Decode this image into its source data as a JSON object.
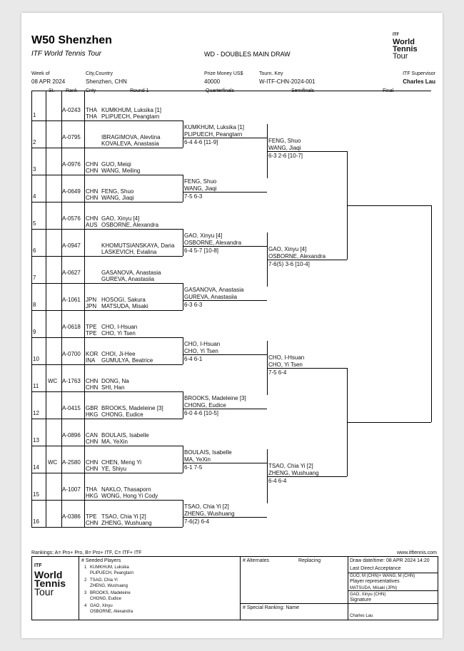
{
  "header": {
    "title": "W50 Shenzhen",
    "tour": "ITF World Tennis Tour",
    "draw_title": "WD - DOUBLES MAIN DRAW",
    "week_label": "Week of",
    "week_value": "08 APR 2024",
    "city_label": "City,Country",
    "city_value": "Shenzhen, CHN",
    "prize_label": "Prize Money US$",
    "prize_value": "40000",
    "tourn_label": "Tourn. Key",
    "tourn_value": "W-ITF-CHN-2024-001",
    "supervisor_label": "ITF Supervisor",
    "supervisor_value": "Charles Lau"
  },
  "logo": {
    "itf": "ITF",
    "l1": "World",
    "l2": "Tennis",
    "l3": "Tour"
  },
  "columns": {
    "st": "St.",
    "rank": "Rank",
    "cnty": "Cnty",
    "r1": "Round 1",
    "qf": "Quarterfinals",
    "sf": "Semifinals",
    "f": "Final"
  },
  "draw": [
    {
      "line": "1",
      "st": "",
      "rank": "A-0243",
      "c1": "THA",
      "c2": "THA",
      "p1": "KUMKHUM, Luksika [1]",
      "p2": "PLIPUECH, Peangtarn"
    },
    {
      "line": "2",
      "st": "",
      "rank": "A-0795",
      "c1": "",
      "c2": "",
      "p1": "IBRAGIMOVA, Alevtina",
      "p2": "KOVALEVA, Anastasia"
    },
    {
      "line": "3",
      "st": "",
      "rank": "A-0976",
      "c1": "CHN",
      "c2": "CHN",
      "p1": "GUO, Meiqi",
      "p2": "WANG, Meiling"
    },
    {
      "line": "4",
      "st": "",
      "rank": "A-0649",
      "c1": "CHN",
      "c2": "CHN",
      "p1": "FENG, Shuo",
      "p2": "WANG, Jiaqi"
    },
    {
      "line": "5",
      "st": "",
      "rank": "A-0576",
      "c1": "CHN",
      "c2": "AUS",
      "p1": "GAO, Xinyu [4]",
      "p2": "OSBORNE, Alexandra"
    },
    {
      "line": "6",
      "st": "",
      "rank": "A-0947",
      "c1": "",
      "c2": "",
      "p1": "KHOMUTSIANSKAYA, Daria",
      "p2": "LASKEVICH, Evialina"
    },
    {
      "line": "7",
      "st": "",
      "rank": "A-0627",
      "c1": "",
      "c2": "",
      "p1": "GASANOVA, Anastasia",
      "p2": "GUREVA, Anastasiia"
    },
    {
      "line": "8",
      "st": "",
      "rank": "A-1061",
      "c1": "JPN",
      "c2": "JPN",
      "p1": "HOSOGI, Sakura",
      "p2": "MATSUDA, Misaki"
    },
    {
      "line": "9",
      "st": "",
      "rank": "A-0618",
      "c1": "TPE",
      "c2": "TPE",
      "p1": "CHO, I-Hsuan",
      "p2": "CHO, Yi Tsen"
    },
    {
      "line": "10",
      "st": "",
      "rank": "A-0700",
      "c1": "KOR",
      "c2": "INA",
      "p1": "CHOI, Ji-Hee",
      "p2": "GUMULYA, Beatrice"
    },
    {
      "line": "11",
      "st": "WC",
      "rank": "A-1763",
      "c1": "CHN",
      "c2": "CHN",
      "p1": "DONG, Na",
      "p2": "SHI, Han"
    },
    {
      "line": "12",
      "st": "",
      "rank": "A-0415",
      "c1": "GBR",
      "c2": "HKG",
      "p1": "BROOKS, Madeleine [3]",
      "p2": "CHONG, Eudice"
    },
    {
      "line": "13",
      "st": "",
      "rank": "A-0896",
      "c1": "CAN",
      "c2": "CHN",
      "p1": "BOULAIS, Isabelle",
      "p2": "MA, YeXin"
    },
    {
      "line": "14",
      "st": "WC",
      "rank": "A-2580",
      "c1": "CHN",
      "c2": "CHN",
      "p1": "CHEN, Meng Yi",
      "p2": "YE, Shiyu"
    },
    {
      "line": "15",
      "st": "",
      "rank": "A-1007",
      "c1": "THA",
      "c2": "HKG",
      "p1": "NAKLO, Thasaporn",
      "p2": "WONG, Hong Yi Cody"
    },
    {
      "line": "16",
      "st": "",
      "rank": "A-0386",
      "c1": "TPE",
      "c2": "CHN",
      "p1": "TSAO, Chia Yi [2]",
      "p2": "ZHENG, Wushuang"
    }
  ],
  "qf": [
    {
      "p1": "KUMKHUM, Luksika [1]",
      "p2": "PLIPUECH, Peangtarn",
      "score": "6-4 4-6 [11-9]"
    },
    {
      "p1": "FENG, Shuo",
      "p2": "WANG, Jiaqi",
      "score": "7-5 6-3"
    },
    {
      "p1": "GAO, Xinyu [4]",
      "p2": "OSBORNE, Alexandra",
      "score": "6-4 5-7 [10-8]"
    },
    {
      "p1": "GASANOVA, Anastasia",
      "p2": "GUREVA, Anastasiia",
      "score": "6-3 6-3"
    },
    {
      "p1": "CHO, I-Hsuan",
      "p2": "CHO, Yi Tsen",
      "score": "6-4 6-1"
    },
    {
      "p1": "BROOKS, Madeleine [3]",
      "p2": "CHONG, Eudice",
      "score": "6-0 4-6 [10-5]"
    },
    {
      "p1": "BOULAIS, Isabelle",
      "p2": "MA, YeXin",
      "score": "6-1 7-5"
    },
    {
      "p1": "TSAO, Chia Yi [2]",
      "p2": "ZHENG, Wushuang",
      "score": "7-6(2) 6-4"
    }
  ],
  "sf": [
    {
      "p1": "FENG, Shuo",
      "p2": "WANG, Jiaqi",
      "score": "6-3 2-6 [10-7]"
    },
    {
      "p1": "GAO, Xinyu [4]",
      "p2": "OSBORNE, Alexandra",
      "score": "7-6(5) 3-6 [10-4]"
    },
    {
      "p1": "CHO, I-Hsuan",
      "p2": "CHO, Yi Tsen",
      "score": "7-5 6-4"
    },
    {
      "p1": "TSAO, Chia Yi [2]",
      "p2": "ZHENG, Wushuang",
      "score": "6-4 6-4"
    }
  ],
  "footer": {
    "rankings": "Rankings: A= Pro+ Pro, B= Pro+ ITF, C= ITF+ ITF",
    "url": "www.itftennis.com",
    "seeded_hdr": "#   Seeded Players",
    "seeds": [
      {
        "n": "1",
        "a": "KUMKHUM, Luksika",
        "b": "PLIPUECH, Peangtarn"
      },
      {
        "n": "2",
        "a": "TSAO, Chia Yi",
        "b": "ZHENG, Wushuang"
      },
      {
        "n": "3",
        "a": "BROOKS, Madeleine",
        "b": "CHONG, Eudice"
      },
      {
        "n": "4",
        "a": "GAO, Xinyu",
        "b": "OSBORNE, Alexandra"
      }
    ],
    "alt_hdr": "#  Alternates",
    "replacing": "Replacing",
    "special_hdr": "#  Special Ranking: Name",
    "draw_dt": "Draw date/time:  08 APR 2024 14:20",
    "lda": "Last Direct Acceptance",
    "lda_v": "GUO, M (CHN)+ WANG, M (CHN)",
    "reps": "Player representatives",
    "rep1": "MATSUDA, Misaki (JPN)",
    "rep2": "GAO, Xinyu (CHN)",
    "signature": "Signature",
    "sig_name": "Charles Lau"
  }
}
